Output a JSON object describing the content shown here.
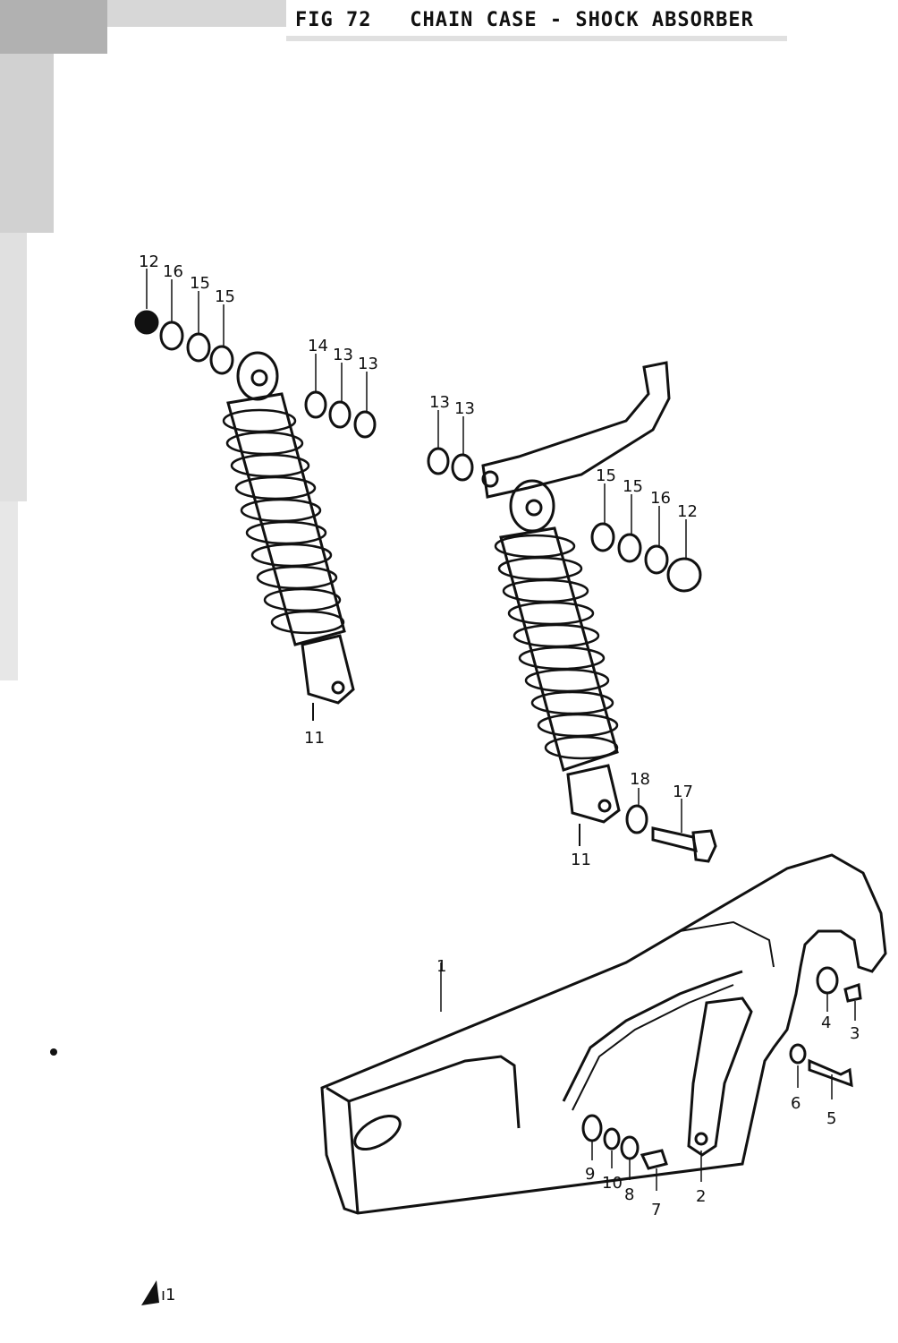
{
  "figure": {
    "title": "FIG 72   CHAIN CASE - SHOCK ABSORBER"
  },
  "part_labels": [
    {
      "id": "lbl-12-a",
      "text": "12"
    },
    {
      "id": "lbl-16-a",
      "text": "16"
    },
    {
      "id": "lbl-15-a",
      "text": "15"
    },
    {
      "id": "lbl-15-b",
      "text": "15"
    },
    {
      "id": "lbl-14",
      "text": "14"
    },
    {
      "id": "lbl-13-a",
      "text": "13"
    },
    {
      "id": "lbl-13-b",
      "text": "13"
    },
    {
      "id": "lbl-11-a",
      "text": "11"
    },
    {
      "id": "lbl-13-c",
      "text": "13"
    },
    {
      "id": "lbl-13-d",
      "text": "13"
    },
    {
      "id": "lbl-15-c",
      "text": "15"
    },
    {
      "id": "lbl-15-d",
      "text": "15"
    },
    {
      "id": "lbl-16-b",
      "text": "16"
    },
    {
      "id": "lbl-12-b",
      "text": "12"
    },
    {
      "id": "lbl-18",
      "text": "18"
    },
    {
      "id": "lbl-17",
      "text": "17"
    },
    {
      "id": "lbl-11-b",
      "text": "11"
    },
    {
      "id": "lbl-1",
      "text": "1"
    },
    {
      "id": "lbl-4",
      "text": "4"
    },
    {
      "id": "lbl-3",
      "text": "3"
    },
    {
      "id": "lbl-6",
      "text": "6"
    },
    {
      "id": "lbl-5",
      "text": "5"
    },
    {
      "id": "lbl-9",
      "text": "9"
    },
    {
      "id": "lbl-10",
      "text": "10"
    },
    {
      "id": "lbl-8",
      "text": "8"
    },
    {
      "id": "lbl-7",
      "text": "7"
    },
    {
      "id": "lbl-2",
      "text": "2"
    }
  ]
}
